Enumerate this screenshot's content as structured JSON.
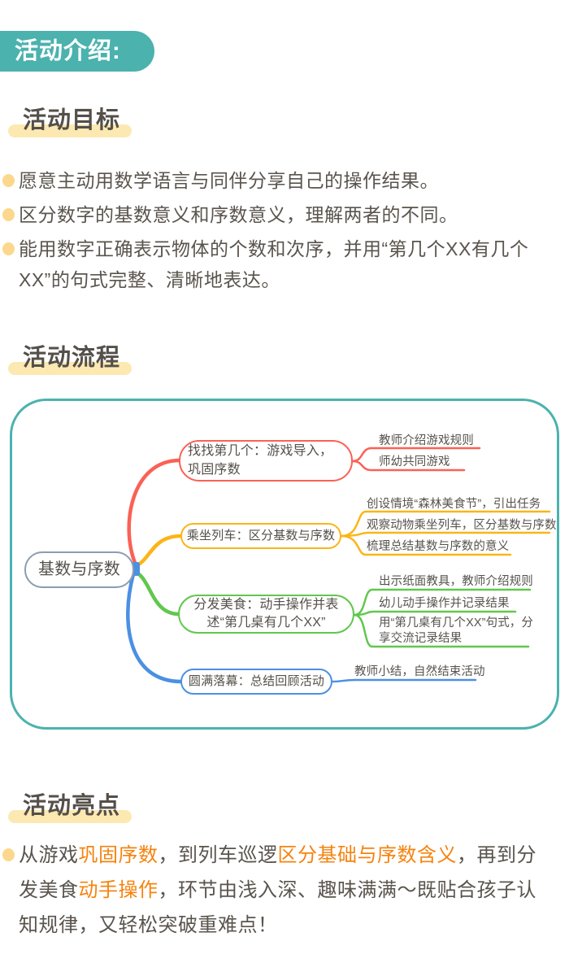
{
  "header": {
    "badge": "活动介绍:"
  },
  "colors": {
    "teal": "#4bb2ae",
    "marker_yellow": "#fce9b2",
    "bullet_yellow": "#fbd88c",
    "accent_orange": "#f5830f",
    "branch_red": "#fa6155",
    "branch_yellow": "#fbb517",
    "branch_green": "#61c74e",
    "branch_blue": "#4b90e2",
    "root_gray": "#8c9cb2"
  },
  "goals": {
    "title": "活动目标",
    "items": [
      "愿意主动用数学语言与同伴分享自己的操作结果。",
      "区分数字的基数意义和序数意义，理解两者的不同。",
      "能用数字正确表示物体的个数和次序，并用“第几个XX有几个XX”的句式完整、清晰地表达。"
    ]
  },
  "flow": {
    "title": "活动流程",
    "mindmap": {
      "root": "基数与序数",
      "branches": [
        {
          "label": "找找第几个：游戏导入，巩固序数",
          "color": "#fa6155",
          "children": [
            "教师介绍游戏规则",
            "师幼共同游戏"
          ]
        },
        {
          "label": "乘坐列车：区分基数与序数",
          "color": "#fbb517",
          "children": [
            "创设情境“森林美食节”，引出任务",
            "观察动物乘坐列车，区分基数与序数",
            "梳理总结基数与序数的意义"
          ]
        },
        {
          "label": "分发美食：动手操作并表述“第几桌有几个XX”",
          "color": "#61c74e",
          "children": [
            "出示纸面教具，教师介绍规则",
            "幼儿动手操作并记录结果",
            "用“第几桌有几个XX”句式，分享交流记录结果"
          ]
        },
        {
          "label": "圆满落幕：总结回顾活动",
          "color": "#4b90e2",
          "children": [
            "教师小结，自然结束活动"
          ]
        }
      ]
    }
  },
  "highlights": {
    "title": "活动亮点",
    "segments": [
      {
        "text": "从游戏",
        "style": "normal"
      },
      {
        "text": "巩固序数",
        "style": "orange"
      },
      {
        "text": "，到列车巡逻",
        "style": "normal"
      },
      {
        "text": "区分基础与序数含义",
        "style": "orange"
      },
      {
        "text": "，再到分发美食",
        "style": "normal"
      },
      {
        "text": "动手操作",
        "style": "orange"
      },
      {
        "text": "，环节由浅入深、趣味满满～既贴合孩子认知规律，又轻松突破重难点！",
        "style": "normal"
      }
    ]
  }
}
